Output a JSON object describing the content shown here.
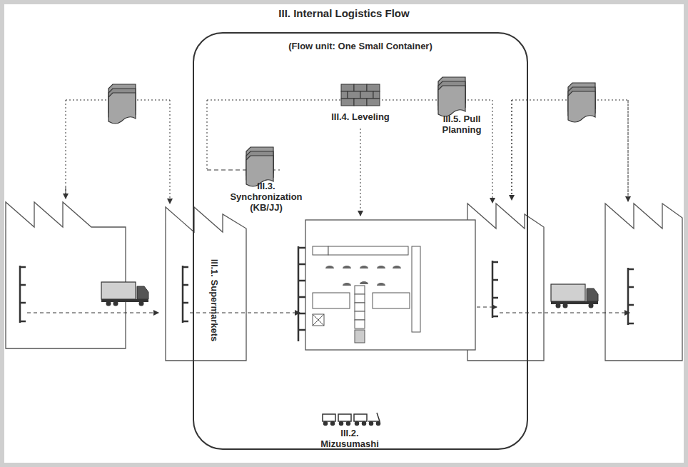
{
  "diagram": {
    "title": "III. Internal Logistics Flow",
    "nodes": [
      {
        "text": [
          "(Flow unit: One Small Container)"
        ]
      }
    ],
    "labels": [
      "III.4. Leveling",
      "III.5. Pull Planning",
      "III.3. Synchronization (KB/JJ)",
      "III.1. Supermarkets",
      "III.2. Mizusumashi"
    ]
  }
}
